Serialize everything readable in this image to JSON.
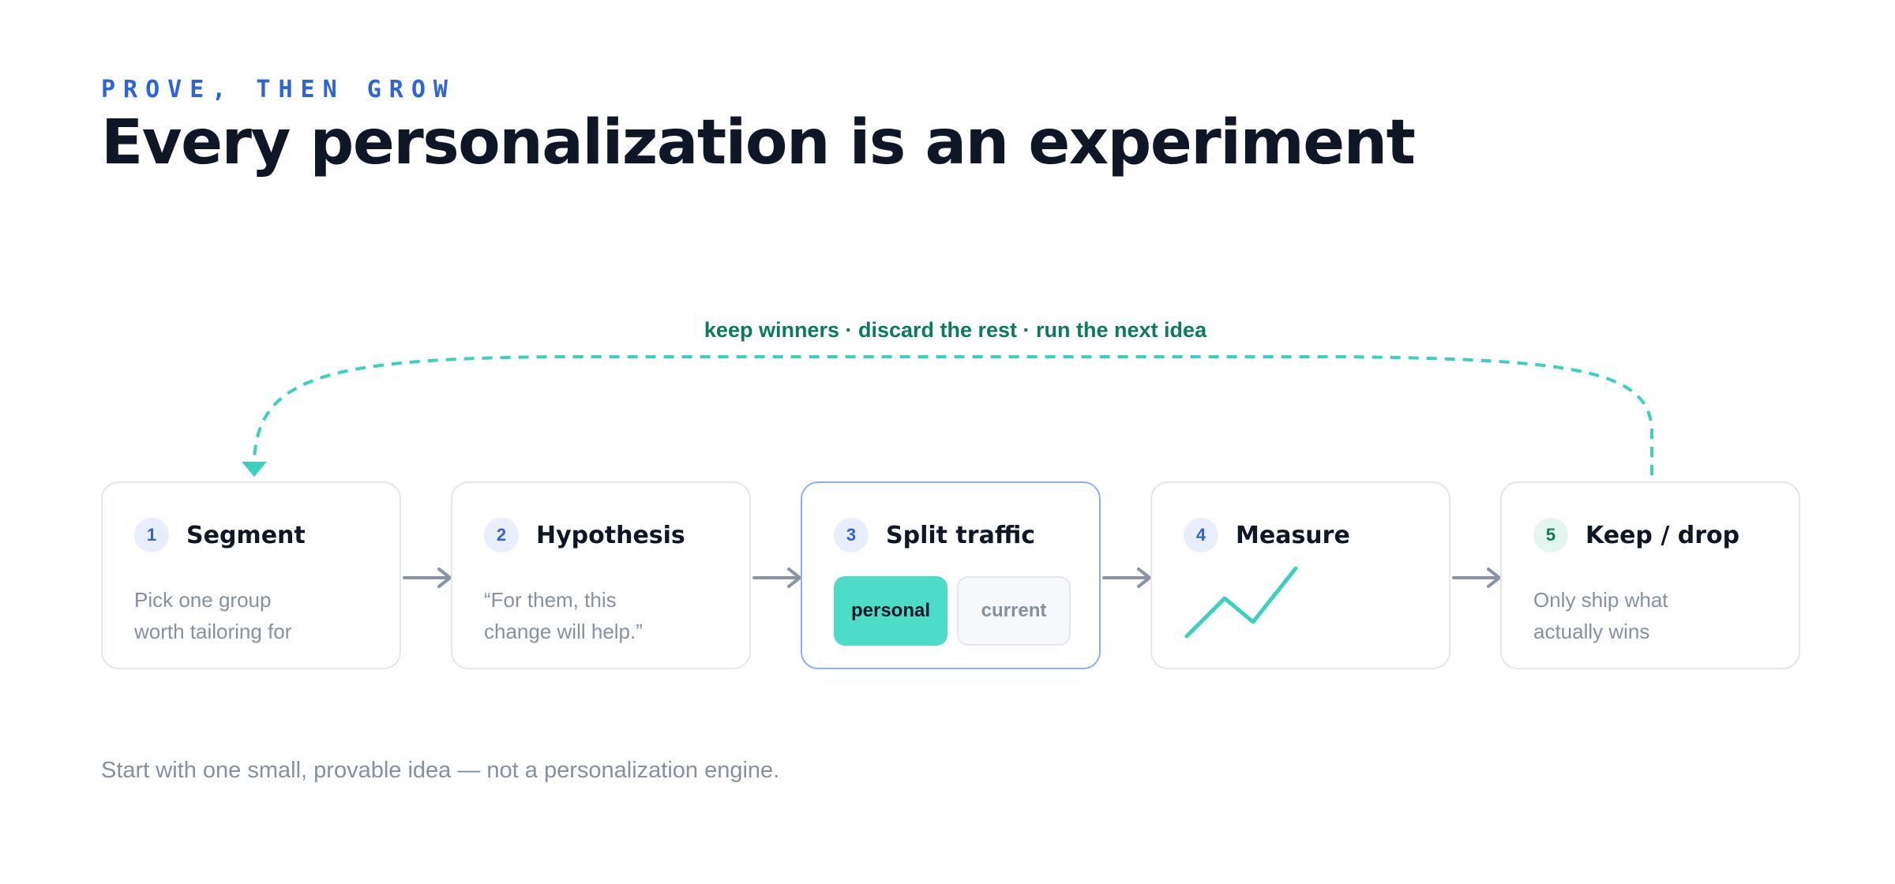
{
  "header": {
    "eyebrow": "PROVE, THEN GROW",
    "title": "Every personalization is an experiment"
  },
  "loop": {
    "label": "keep winners · discard the rest · run the next idea"
  },
  "steps": [
    {
      "number": "1",
      "title": "Segment",
      "body_lines": [
        "Pick one group",
        "worth tailoring for"
      ]
    },
    {
      "number": "2",
      "title": "Hypothesis",
      "body_lines": [
        "“For them, this",
        "change will help.”"
      ]
    },
    {
      "number": "3",
      "title": "Split traffic",
      "options": [
        "personal",
        "current"
      ],
      "selected": "personal"
    },
    {
      "number": "4",
      "title": "Measure",
      "icon": "trend-line-icon"
    },
    {
      "number": "5",
      "title": "Keep / drop",
      "body_lines": [
        "Only ship what",
        "actually wins"
      ]
    }
  ],
  "footer": {
    "note": "Start with one small, provable idea — not a personalization engine."
  },
  "colors": {
    "accent_blue": "#2f63d8",
    "accent_teal": "#4ddcc8",
    "accent_green": "#0b7a5e",
    "ink": "#0f1726",
    "muted": "#8590a2",
    "border": "#e3e7ee"
  }
}
